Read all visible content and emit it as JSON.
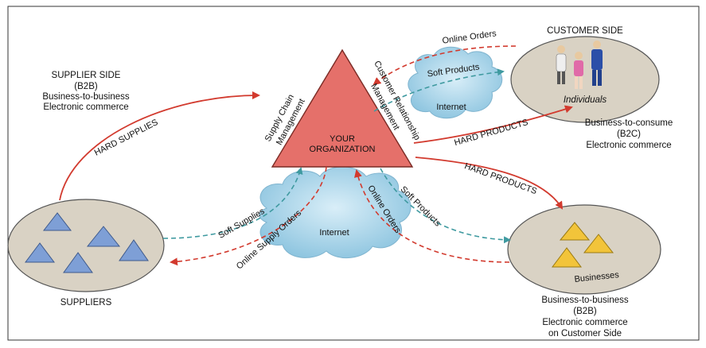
{
  "supplier_side": {
    "title": "SUPPLIER SIDE",
    "line1": "(B2B)",
    "line2": "Business-to-business",
    "line3": "Electronic commerce"
  },
  "customer_side": {
    "title": "CUSTOMER SIDE",
    "individuals_label": "Individuals"
  },
  "b2c": {
    "line1": "Business-to-consume",
    "line2": "(B2C)",
    "line3": "Electronic commerce"
  },
  "b2b_customer": {
    "line1": "Business-to-business",
    "line2": "(B2B)",
    "line3": "Electronic commerce",
    "line4": "on Customer Side"
  },
  "organization": {
    "line1": "YOUR",
    "line2": "ORGANIZATION"
  },
  "suppliers_label": "SUPPLIERS",
  "businesses_label": "Businesses",
  "internet_top": "Internet",
  "internet_bottom": "Internet",
  "flows": {
    "hard_supplies": "HARD SUPPLIES",
    "hard_products_b2c": "HARD PRODUCTS",
    "hard_products_b2b": "HARD PRODUCTS",
    "online_orders_top": "Online Orders",
    "soft_products_top": "Soft Products",
    "soft_supplies": "Soft Supplies",
    "online_supply_orders": "Online Supply Orders",
    "online_orders_bottom": "Online Orders",
    "soft_products_bottom": "Soft Products"
  },
  "management": {
    "scm_line1": "Supply Chain",
    "scm_line2": "Management",
    "crm_line1": "Customer Relationship",
    "crm_line2": "Management"
  },
  "colors": {
    "hard_arrow": "#d23a2e",
    "soft_arrow": "#3f9aa0",
    "triangle_fill": "#e5706a",
    "ellipse_fill": "#d9d2c4",
    "cloud_fill": "#a9d6ea",
    "supplier_triangle": "#7e9fd6",
    "business_triangle": "#f2c43a"
  }
}
